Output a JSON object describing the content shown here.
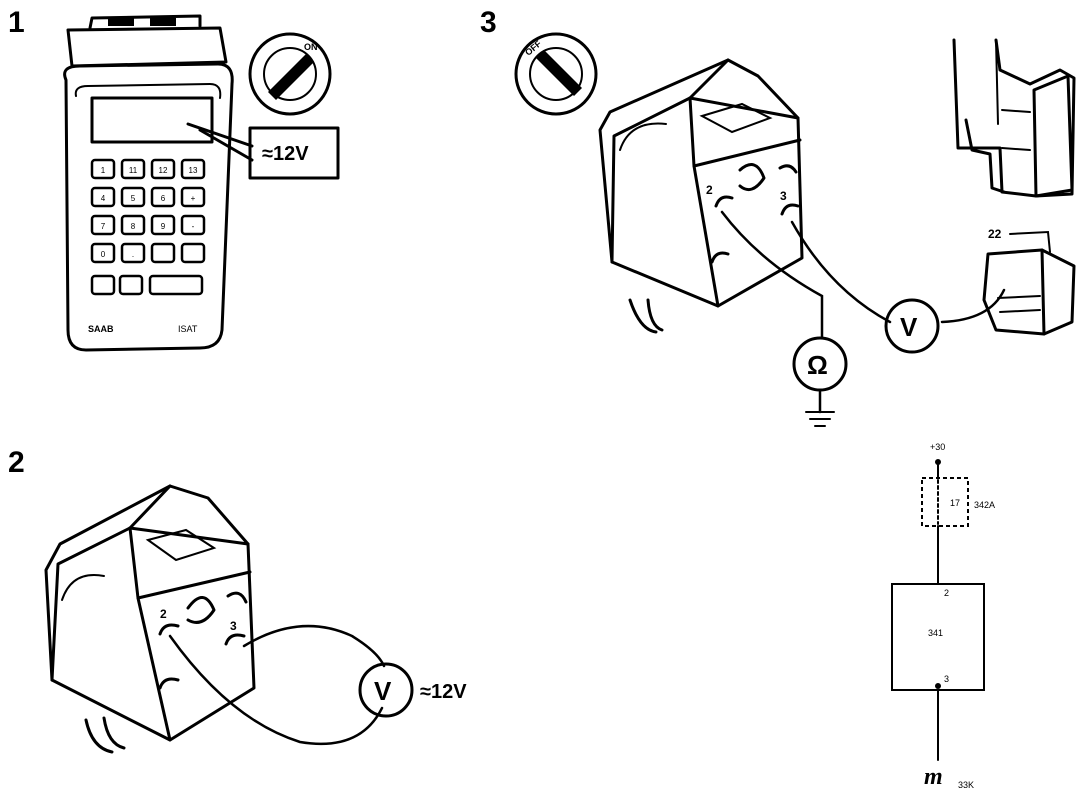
{
  "steps": {
    "s1": "1",
    "s2": "2",
    "s3": "3"
  },
  "panel1": {
    "display_callout": "≈12V",
    "brand": "SAAB",
    "model": "ISAT",
    "keys": [
      "1",
      "11",
      "12",
      "13",
      "4",
      "5",
      "6",
      "+",
      "7",
      "8",
      "9",
      "-",
      "0",
      ".",
      "",
      ""
    ]
  },
  "panel2": {
    "pin_left": "2",
    "pin_right": "3",
    "voltmeter_symbol": "V",
    "voltage_reading": "≈12V"
  },
  "panel3": {
    "pin_left": "2",
    "pin_right": "3",
    "voltmeter_symbol": "V",
    "ohmmeter_symbol": "Ω",
    "connector_number": "22"
  },
  "schematic": {
    "supply": "+30",
    "fuse_label": "342A",
    "fuse_number": "17",
    "component_label": "341",
    "pin_top": "2",
    "pin_bottom": "3",
    "ground_label": "33K"
  }
}
